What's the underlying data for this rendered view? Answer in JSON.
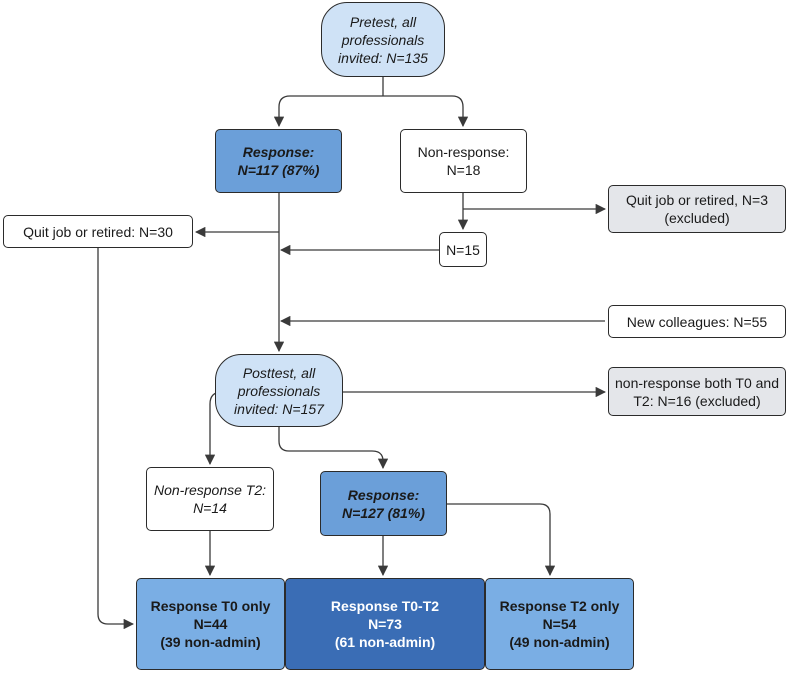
{
  "nodes": {
    "pretest": {
      "lines": [
        "Pretest, all",
        "professionals",
        "invited: N=135"
      ]
    },
    "response1": {
      "lines": [
        "Response:",
        "N=117 (87%)"
      ]
    },
    "nonresponse1": {
      "lines": [
        "Non-response:",
        "N=18"
      ]
    },
    "quit3": {
      "lines": [
        "Quit job or retired, N=3",
        "(excluded)"
      ]
    },
    "quit30": {
      "lines": [
        "Quit job or retired: N=30"
      ]
    },
    "n15": {
      "lines": [
        "N=15"
      ]
    },
    "newcolleagues": {
      "lines": [
        "New colleagues: N=55"
      ]
    },
    "posttest": {
      "lines": [
        "Posttest, all",
        "professionals",
        "invited: N=157"
      ]
    },
    "nonresp_both": {
      "lines": [
        "non-response both T0 and",
        "T2: N=16 (excluded)"
      ]
    },
    "nonresponse_t2": {
      "lines": [
        "Non-response T2:",
        "N=14"
      ]
    },
    "response2": {
      "lines": [
        "Response:",
        "N=127 (81%)"
      ]
    },
    "t0only": {
      "lines": [
        "Response T0 only",
        "N=44",
        "(39 non-admin)"
      ]
    },
    "t0t2": {
      "lines": [
        "Response T0-T2",
        "N=73",
        "(61 non-admin)"
      ]
    },
    "t2only": {
      "lines": [
        "Response T2 only",
        "N=54",
        "(49 non-admin)"
      ]
    }
  },
  "colors": {
    "line": "#3a3a3a",
    "excluded_fill": "#e4e6ea",
    "pill_fill": "#cfe2f6",
    "response_fill": "#6b9fd9",
    "t0t2_fill": "#3a6db5"
  }
}
